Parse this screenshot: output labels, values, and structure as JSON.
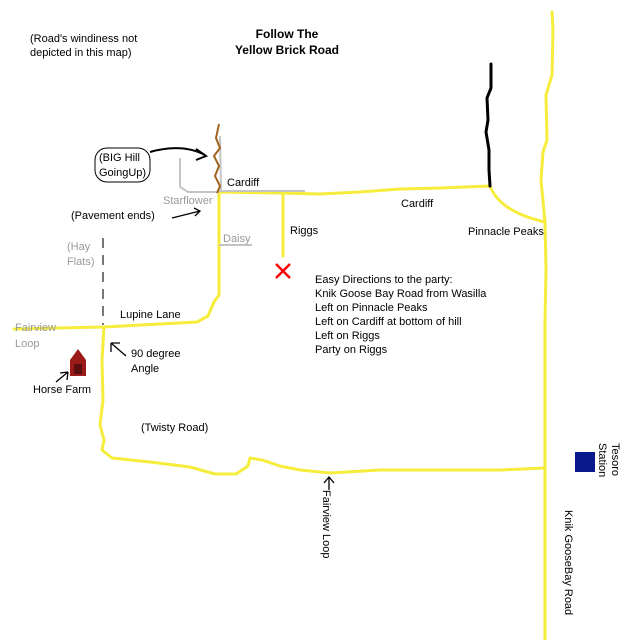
{
  "header": {
    "title_line1": "Follow The",
    "title_line2": "Yellow Brick Road",
    "note_line1": "(Road's windiness not",
    "note_line2": "depicted in this map)"
  },
  "annotations": {
    "big_hill_line1": "(BIG Hill",
    "big_hill_line2": "GoingUp)",
    "pavement_ends": "(Pavement ends)",
    "ninety_degree_line1": "90 degree",
    "ninety_degree_line2": "Angle",
    "twisty_road": "(Twisty Road)",
    "hay_flats_line1": "(Hay",
    "hay_flats_line2": "Flats)"
  },
  "roads": {
    "cardiff_west": "Cardiff",
    "cardiff_east": "Cardiff",
    "starflower": "Starflower",
    "daisy": "Daisy",
    "riggs": "Riggs",
    "pinnacle_peaks": "Pinnacle Peaks",
    "lupine_lane": "Lupine Lane",
    "fairview_loop_west_line1": "Fairview",
    "fairview_loop_west_line2": "Loop",
    "fairview_loop_south": "Fairview Loop",
    "knik_goose_bay": "Knik GooseBay Road"
  },
  "places": {
    "horse_farm": "Horse Farm",
    "tesoro_line1": "Tesoro",
    "tesoro_line2": "Station"
  },
  "directions": {
    "heading": "Easy Directions to the party:",
    "steps": [
      "Knik Goose Bay Road from Wasilla",
      "Left on Pinnacle Peaks",
      "Left on Cardiff at bottom of hill",
      "Left on Riggs",
      "Party on Riggs"
    ]
  },
  "colors": {
    "road": "#f5ec3c",
    "side_road": "#c4c4c4",
    "party_marker": "#ff0000",
    "station": "#0a1a8c",
    "horse_farm": "#9b1b1b"
  }
}
